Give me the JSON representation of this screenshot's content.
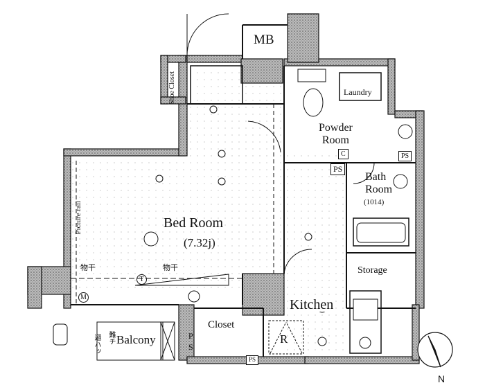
{
  "rooms": {
    "mb": "MB",
    "shoe_closet": [
      "Shoe",
      "Closet"
    ],
    "laundry": "Laundry",
    "powder_room": [
      "Powder",
      "Room"
    ],
    "c_mark": "C",
    "ps_left": "PS",
    "ps_right": "PS",
    "ps_bottom": "PS",
    "bath_room": [
      "Bath",
      "Room"
    ],
    "bath_size": "(1014)",
    "bed_room": "Bed Room",
    "bed_room_size": "(7.32j)",
    "picture_rail": "Picture rail",
    "storage": "Storage",
    "kitchen": "Kitchen",
    "closet": "Closet",
    "refrigerator": "R",
    "balcony": "Balcony",
    "drying_left": "物干",
    "drying_right": "物干",
    "evac_hatch_left": "避ハッ",
    "evac_hatch_right": "難チ",
    "ps_side": [
      "P",
      "S"
    ],
    "meter": "M",
    "tv": "T"
  },
  "compass": {
    "north": "N"
  }
}
